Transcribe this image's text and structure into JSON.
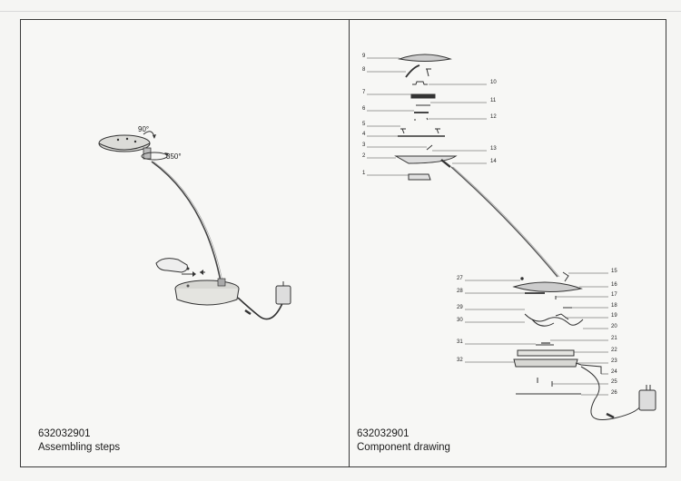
{
  "left_panel": {
    "model_number": "632032901",
    "title": "Assembling steps",
    "angle_tilt": "90°",
    "angle_rotate": "350°"
  },
  "right_panel": {
    "model_number": "632032901",
    "title": "Component drawing",
    "parts_left": [
      "9",
      "8",
      "7",
      "6",
      "5",
      "4",
      "3",
      "2",
      "1"
    ],
    "parts_right_top": [
      "10",
      "11",
      "12",
      "13",
      "14"
    ],
    "parts_base_left": [
      "27",
      "28",
      "29",
      "30",
      "31",
      "32"
    ],
    "parts_base_right": [
      "15",
      "16",
      "17",
      "18",
      "19",
      "20",
      "21",
      "22",
      "23",
      "24",
      "25",
      "26"
    ]
  }
}
